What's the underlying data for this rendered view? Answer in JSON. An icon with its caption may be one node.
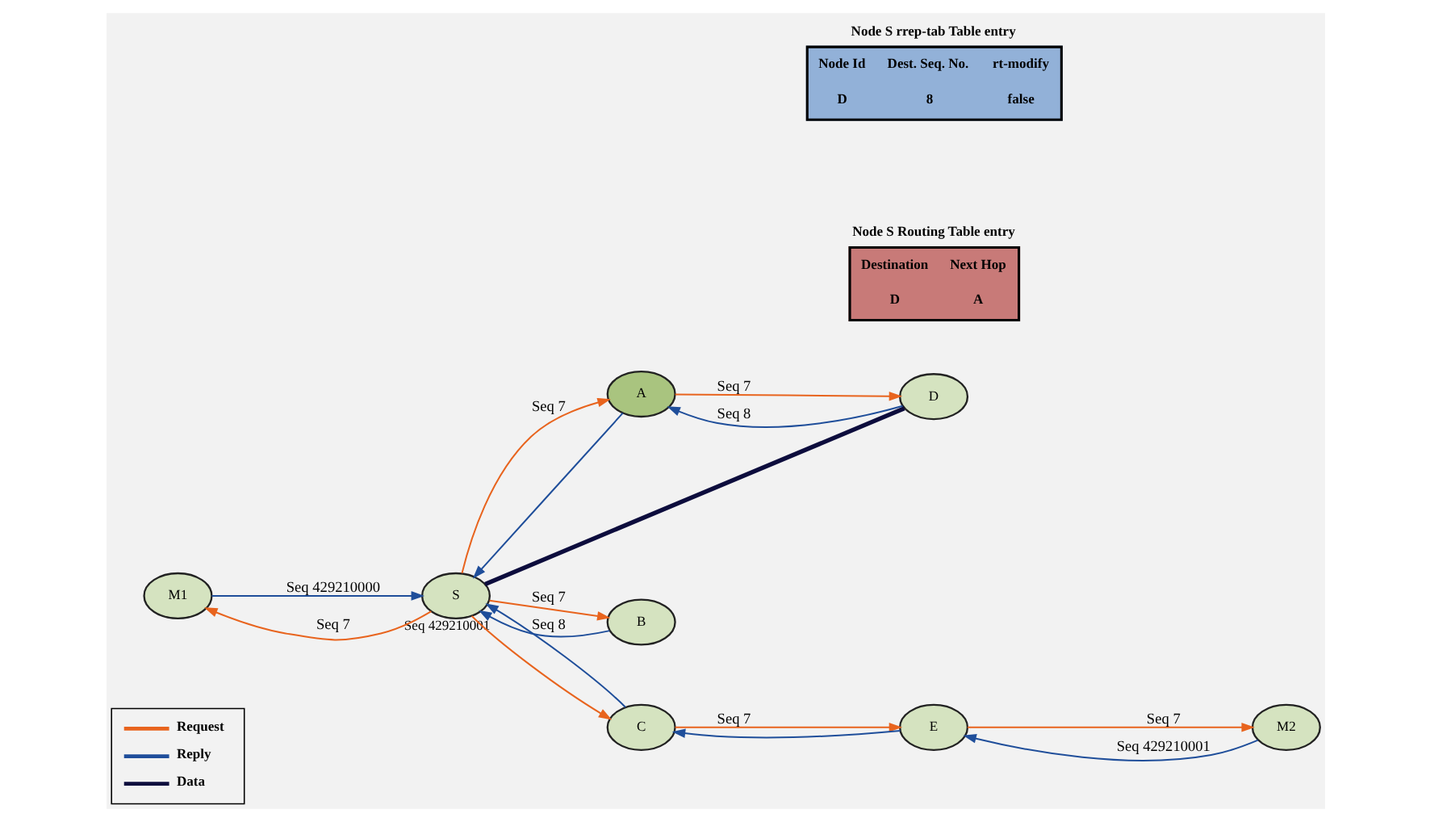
{
  "diagram": {
    "nodes": [
      {
        "text": [
          "M1"
        ]
      },
      {
        "text": [
          "S"
        ],
        "beside": [
          "Seq 429210001"
        ]
      },
      {
        "text": [
          "A"
        ]
      },
      {
        "text": [
          "D"
        ]
      },
      {
        "text": [
          "B"
        ]
      },
      {
        "text": [
          "C"
        ]
      },
      {
        "text": [
          "E"
        ]
      },
      {
        "text": [
          "M2"
        ]
      }
    ],
    "edges": [
      {
        "from": 1,
        "to": 0,
        "arrow": "to",
        "label": "Seq 7",
        "color": "#e8641e"
      },
      {
        "from": 0,
        "to": 1,
        "arrow": "to",
        "label": "Seq 429210000",
        "color": "#1f4e9a"
      },
      {
        "from": 1,
        "to": 2,
        "arrow": "to",
        "label": "Seq 7",
        "color": "#e8641e"
      },
      {
        "from": 2,
        "to": 1,
        "arrow": "to",
        "color": "#1f4e9a"
      },
      {
        "from": 2,
        "to": 3,
        "arrow": "to",
        "label": "Seq 7",
        "color": "#e8641e"
      },
      {
        "from": 3,
        "to": 2,
        "arrow": "to",
        "label": "Seq 8",
        "color": "#1f4e9a"
      },
      {
        "from": 1,
        "to": 4,
        "arrow": "to",
        "label": "Seq 7",
        "color": "#e8641e"
      },
      {
        "from": 4,
        "to": 1,
        "arrow": "to",
        "label": "Seq 8",
        "color": "#1f4e9a"
      },
      {
        "from": 1,
        "to": 5,
        "arrow": "to",
        "color": "#e8641e"
      },
      {
        "from": 5,
        "to": 1,
        "arrow": "to",
        "color": "#1f4e9a"
      },
      {
        "from": 5,
        "to": 6,
        "arrow": "to",
        "label": "Seq 7",
        "color": "#e8641e"
      },
      {
        "from": 6,
        "to": 5,
        "arrow": "to",
        "color": "#1f4e9a"
      },
      {
        "from": 6,
        "to": 7,
        "arrow": "to",
        "label": "Seq 7",
        "color": "#e8641e"
      },
      {
        "from": 7,
        "to": 6,
        "arrow": "to",
        "label": "Seq 429210001",
        "color": "#1f4e9a"
      },
      {
        "from": 1,
        "to": 3,
        "arrow": "none",
        "style": "thick",
        "color": "#0d0d3d"
      }
    ],
    "labels": [
      "Node S rrep-tab Table entry",
      "Node Id",
      "Dest. Seq. No.",
      "rt-modify",
      "D",
      "8",
      "false",
      "Node S Routing Table entry",
      "Destination",
      "Next Hop",
      "D",
      "A"
    ],
    "legend": [
      {
        "text": "Request"
      },
      {
        "text": "Reply"
      },
      {
        "text": "Data"
      }
    ]
  }
}
